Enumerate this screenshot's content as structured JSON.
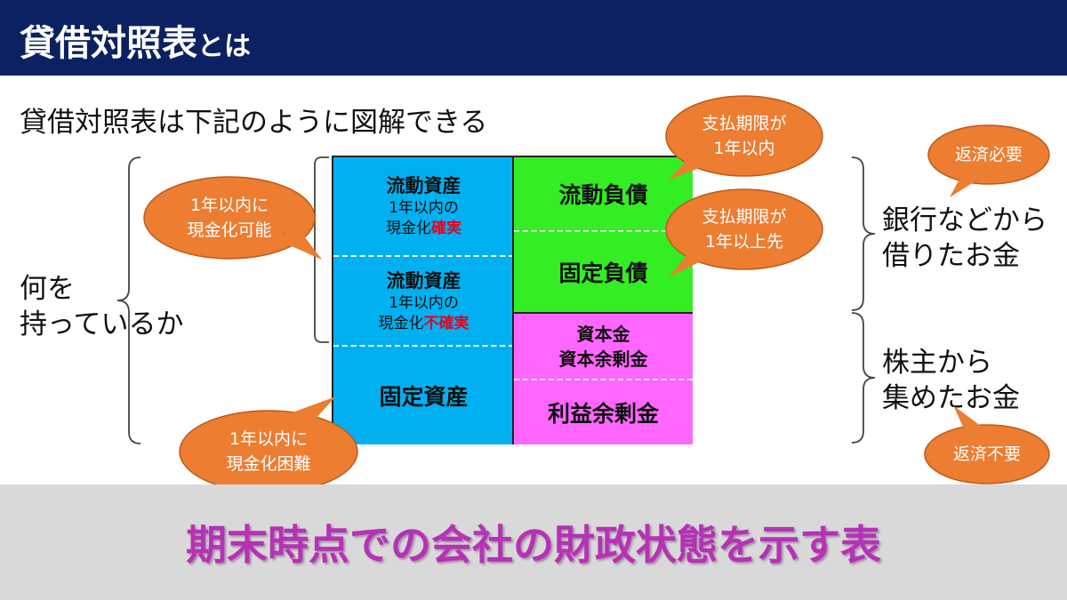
{
  "header": {
    "title_main": "貸借対照表",
    "title_suffix": "とは"
  },
  "intro": "貸借対照表は下記のように図解できる",
  "left_label": {
    "line1": "何を",
    "line2": "持っているか"
  },
  "right_labels": {
    "top": {
      "line1": "銀行などから",
      "line2": "借りたお金"
    },
    "bottom": {
      "line1": "株主から",
      "line2": "集めたお金"
    }
  },
  "table": {
    "current_assets_1": {
      "title": "流動資産",
      "line1": "1年以内の",
      "line2_prefix": "現金化",
      "line2_emphasis": "確実"
    },
    "current_assets_2": {
      "title": "流動資産",
      "line1": "1年以内の",
      "line2_prefix": "現金化",
      "line2_emphasis": "不確実"
    },
    "fixed_assets": "固定資産",
    "current_liabilities": "流動負債",
    "fixed_liabilities": "固定負債",
    "capital": {
      "line1": "資本金",
      "line2": "資本余剰金"
    },
    "retained_earnings": "利益余剰金"
  },
  "bubbles": {
    "current_cashable": {
      "line1": "1年以内に",
      "line2": "現金化可能"
    },
    "fixed_hard": {
      "line1": "1年以内に",
      "line2": "現金化困難"
    },
    "due_within": {
      "line1": "支払期限が",
      "line2": "1年以内"
    },
    "due_beyond": {
      "line1": "支払期限が",
      "line2": "1年以上先"
    },
    "repay_required": "返済必要",
    "repay_not_required": "返済不要"
  },
  "footer": "期末時点での会社の財政状態を示す表",
  "colors": {
    "header_bg": "#0b2161",
    "assets_blue": "#00b0f0",
    "liabilities_green": "#33ee22",
    "equity_pink": "#ff66ff",
    "bubble_orange": "#ed7d31",
    "footer_bg": "#d9d9d9",
    "footer_text": "#b532b5",
    "emphasis_red": "#e8001e"
  }
}
